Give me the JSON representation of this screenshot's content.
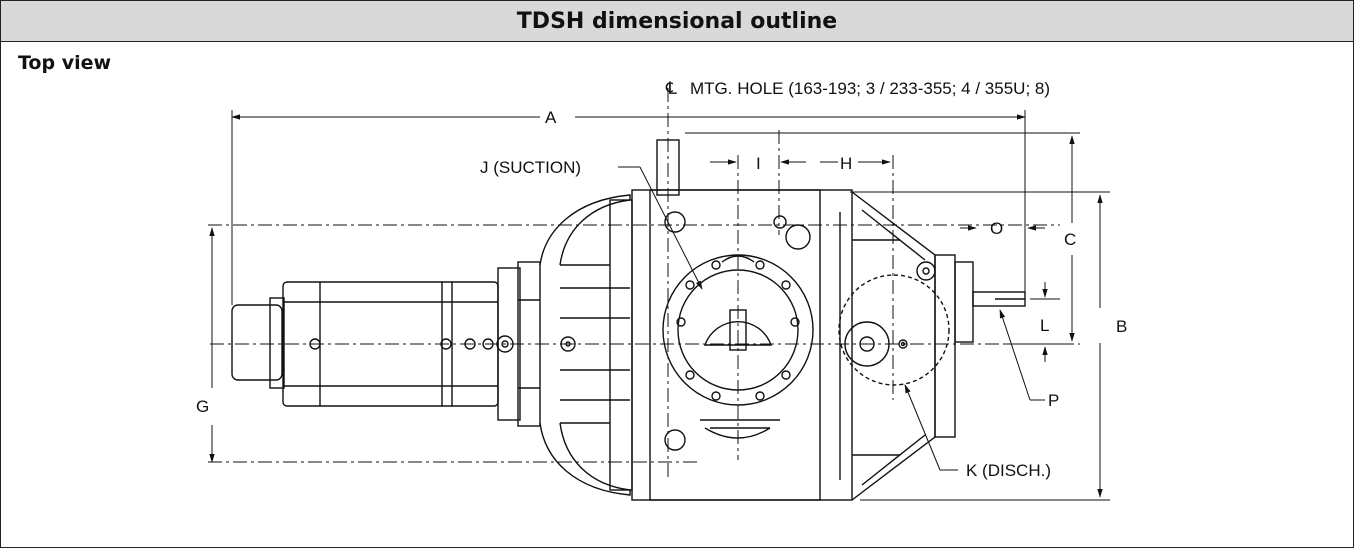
{
  "header": {
    "title": "TDSH dimensional outline"
  },
  "view": {
    "label": "Top view"
  },
  "labels": {
    "centerline_symbol": "℄",
    "mtg_hole": "MTG. HOLE (163-193; 3 / 233-355; 4 / 355U; 8)",
    "A": "A",
    "B": "B",
    "C": "C",
    "G": "G",
    "H": "H",
    "I": "I",
    "J": "J (SUCTION)",
    "K": "K (DISCH.)",
    "L": "L",
    "O": "O",
    "P": "P"
  }
}
